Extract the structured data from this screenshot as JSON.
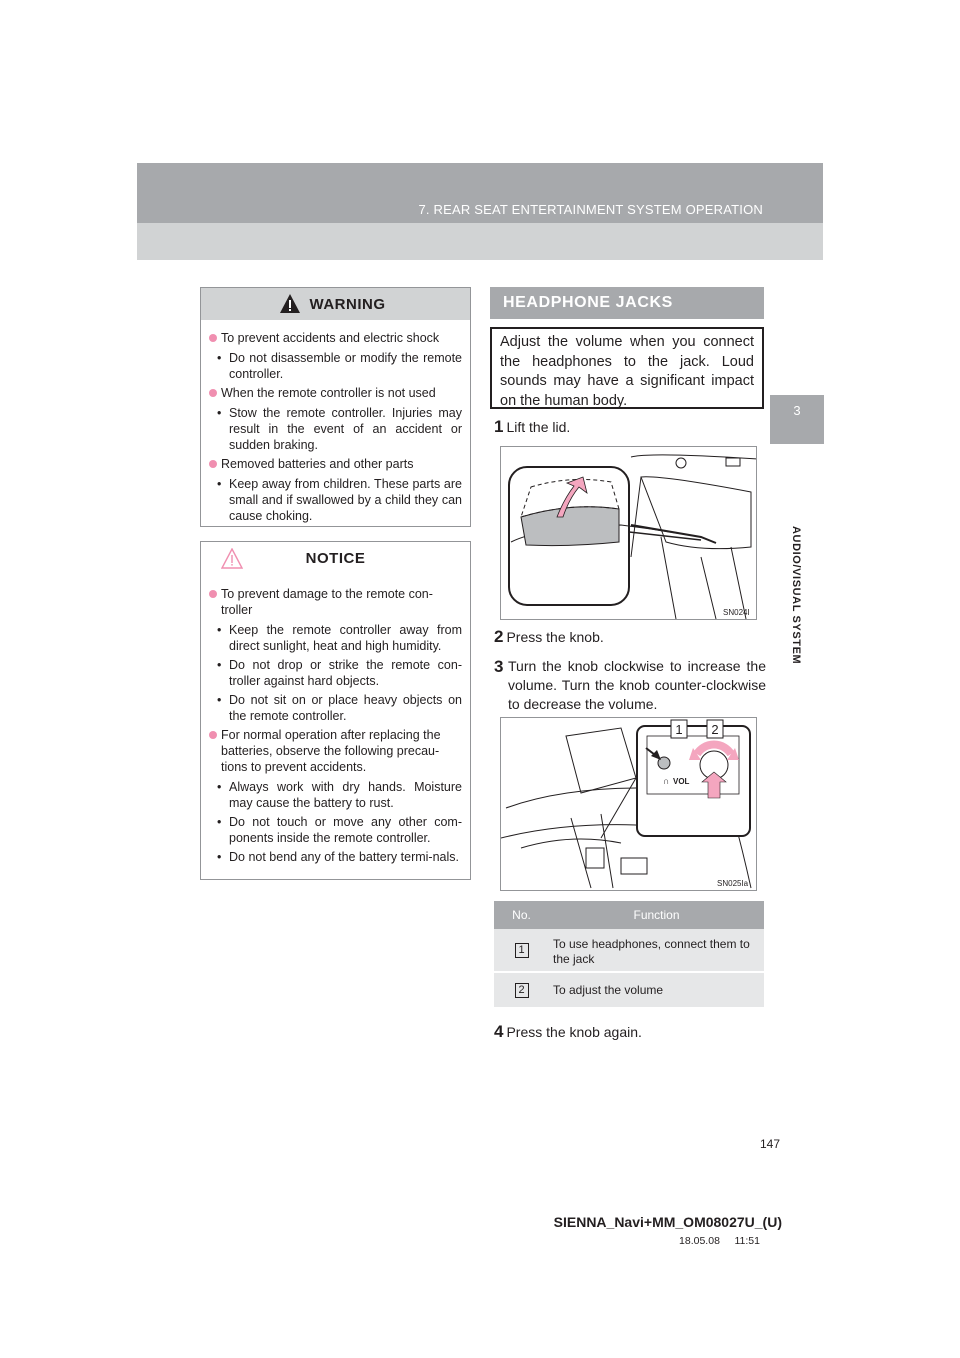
{
  "header": {
    "section_title": "7. REAR SEAT ENTERTAINMENT SYSTEM OPERATION"
  },
  "side_tab": {
    "chapter_number": "3",
    "chapter_label": "AUDIO/VISUAL SYSTEM"
  },
  "warning": {
    "title": "WARNING",
    "items": [
      {
        "text": "To prevent accidents and electric shock",
        "subs": [
          "Do not disassemble or modify the remote controller."
        ]
      },
      {
        "text": "When the remote controller is not used",
        "subs": [
          "Stow the remote controller. Injuries may result in the event of an accident or sudden braking."
        ]
      },
      {
        "text": "Removed batteries and other parts",
        "subs": [
          "Keep away from children. These parts are small and if swallowed by a child they can cause choking."
        ]
      }
    ]
  },
  "notice": {
    "title": "NOTICE",
    "items": [
      {
        "text": "To prevent damage to the remote con-troller",
        "subs": [
          "Keep the remote controller away from direct sunlight, heat and high humidity.",
          "Do not drop or strike the remote con-troller against hard objects.",
          "Do not sit on or place heavy objects on the remote controller."
        ]
      },
      {
        "text": "For normal operation after replacing the batteries, observe the following precau-tions to prevent accidents.",
        "subs": [
          "Always work with dry hands. Moisture may cause the battery to rust.",
          "Do not touch or move any other com-ponents inside the remote controller.",
          "Do not bend any of the battery termi-nals."
        ]
      }
    ]
  },
  "headphone": {
    "title": "HEADPHONE JACKS",
    "intro": "Adjust the volume when you connect the headphones to the jack. Loud sounds may have a significant impact on the human body.",
    "steps": [
      {
        "num": "1",
        "text": "Lift the lid."
      },
      {
        "num": "2",
        "text": "Press the knob."
      },
      {
        "num": "3",
        "text": "Turn the knob clockwise to increase the volume. Turn the knob counter-clockwise to decrease the volume."
      },
      {
        "num": "4",
        "text": "Press the knob again."
      }
    ],
    "figure1_code": "SN024I",
    "figure2_code": "SN025Ia",
    "figure2_callouts": [
      "1",
      "2"
    ],
    "figure2_jack_label": "VOL"
  },
  "table": {
    "headers": [
      "No.",
      "Function"
    ],
    "rows": [
      {
        "no": "1",
        "function": "To use headphones, connect them to the jack"
      },
      {
        "no": "2",
        "function": "To adjust the volume"
      }
    ]
  },
  "footer": {
    "page_number": "147",
    "model": "SIENNA_Navi+MM_OM08027U_(U)",
    "date": "18.05.08     11:51"
  },
  "colors": {
    "header_gray": "#a7a9ac",
    "light_gray": "#d1d3d4",
    "bullet_pink": "#f08fb0",
    "arrow_pink": "#f4a6bf"
  }
}
